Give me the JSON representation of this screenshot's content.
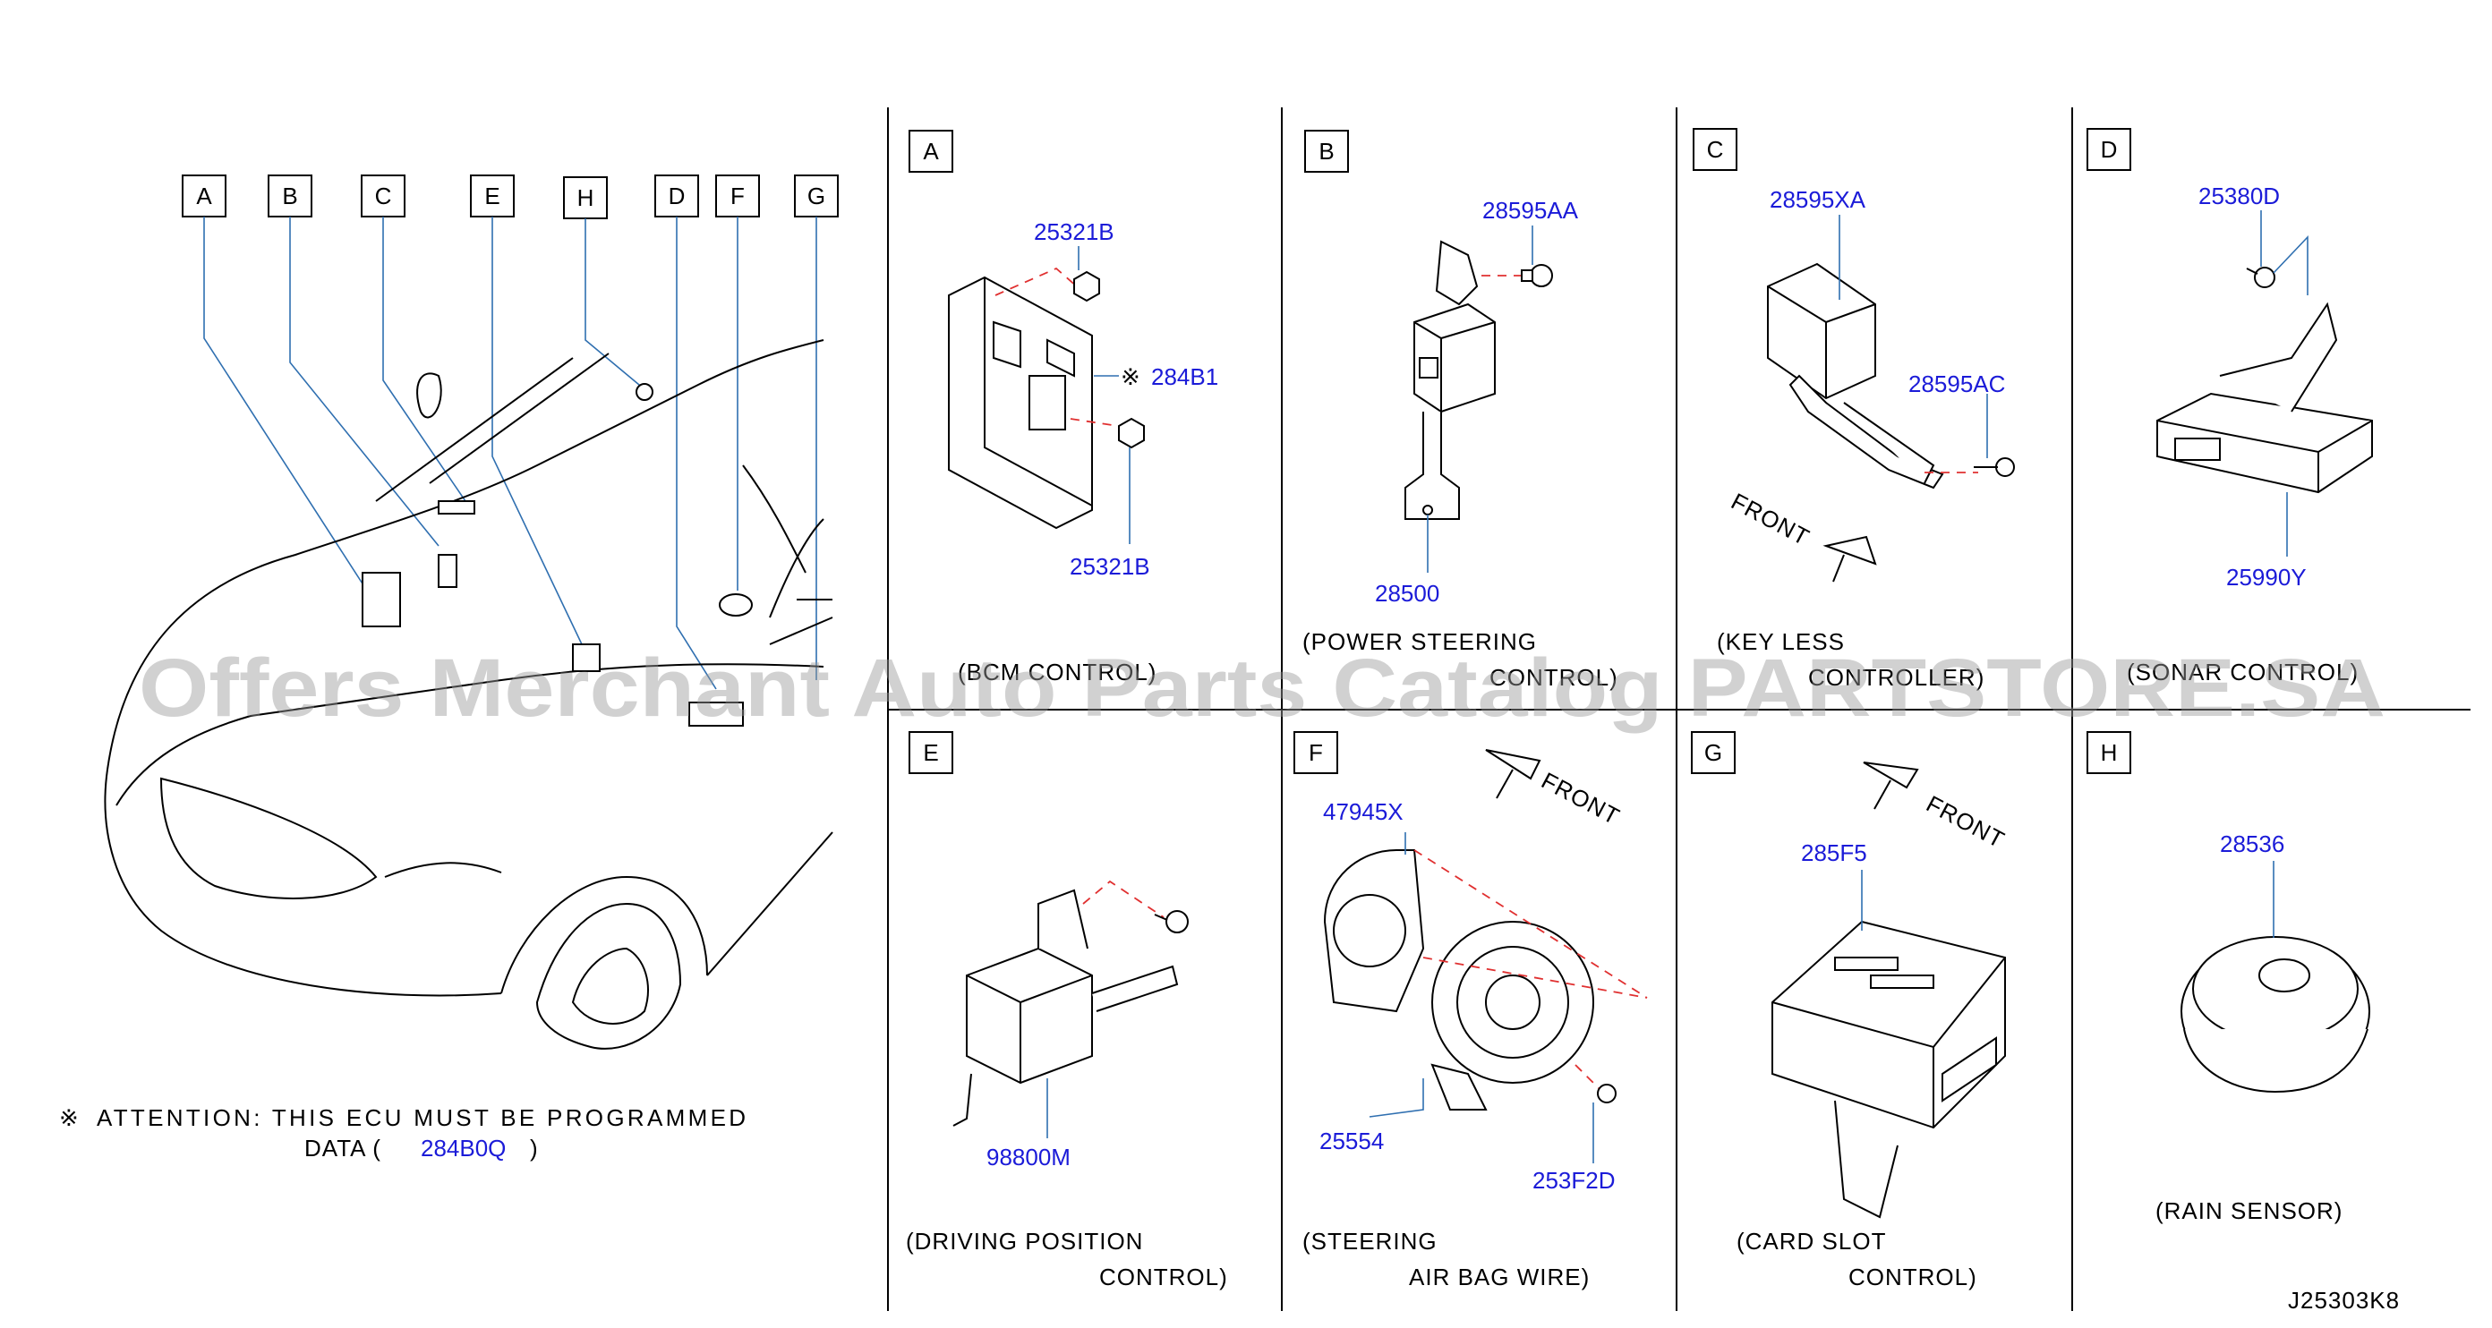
{
  "letters": [
    "A",
    "B",
    "C",
    "E",
    "H",
    "D",
    "F",
    "G"
  ],
  "sections": {
    "A": {
      "letter": "A",
      "parts": [
        "25321B",
        "284B1",
        "25321B"
      ],
      "mark": "※",
      "caption_lines": [
        "(BCM  CONTROL)"
      ]
    },
    "B": {
      "letter": "B",
      "parts": [
        "28595AA",
        "28500"
      ],
      "caption_lines": [
        "(POWER   STEERING",
        "CONTROL)"
      ]
    },
    "C": {
      "letter": "C",
      "parts": [
        "28595XA",
        "28595AC"
      ],
      "front": "FRONT",
      "caption_lines": [
        "(KEY   LESS",
        "CONTROLLER)"
      ]
    },
    "D": {
      "letter": "D",
      "parts": [
        "25380D",
        "25990Y"
      ],
      "caption_lines": [
        "(SONAR  CONTROL)"
      ]
    },
    "E": {
      "letter": "E",
      "parts": [
        "98800M"
      ],
      "caption_lines": [
        "(DRIVING   POSITION",
        "CONTROL)"
      ]
    },
    "F": {
      "letter": "F",
      "parts": [
        "47945X",
        "25554",
        "253F2D"
      ],
      "front": "FRONT",
      "caption_lines": [
        "(STEERING",
        "AIR   BAG   WIRE)"
      ]
    },
    "G": {
      "letter": "G",
      "parts": [
        "285F5"
      ],
      "front": "FRONT",
      "caption_lines": [
        "(CARD   SLOT",
        "CONTROL)"
      ]
    },
    "H": {
      "letter": "H",
      "parts": [
        "28536"
      ],
      "caption_lines": [
        "(RAIN   SENSOR)"
      ]
    }
  },
  "attention": {
    "mark": "※",
    "line1": "ATTENTION:   THIS   ECU   MUST   BE   PROGRAMMED",
    "line2_prefix": "DATA   (",
    "part": "284B0Q",
    "line2_suffix": ")"
  },
  "drawing_code": "J25303K8",
  "watermark": "Offers Merchant Auto Parts Catalog PARTSTORE.SA",
  "colors": {
    "part_number": "#1b1bd8",
    "leader": "#2f6fb0",
    "dashed": "#e03030",
    "watermark": "#9a9a9a"
  }
}
